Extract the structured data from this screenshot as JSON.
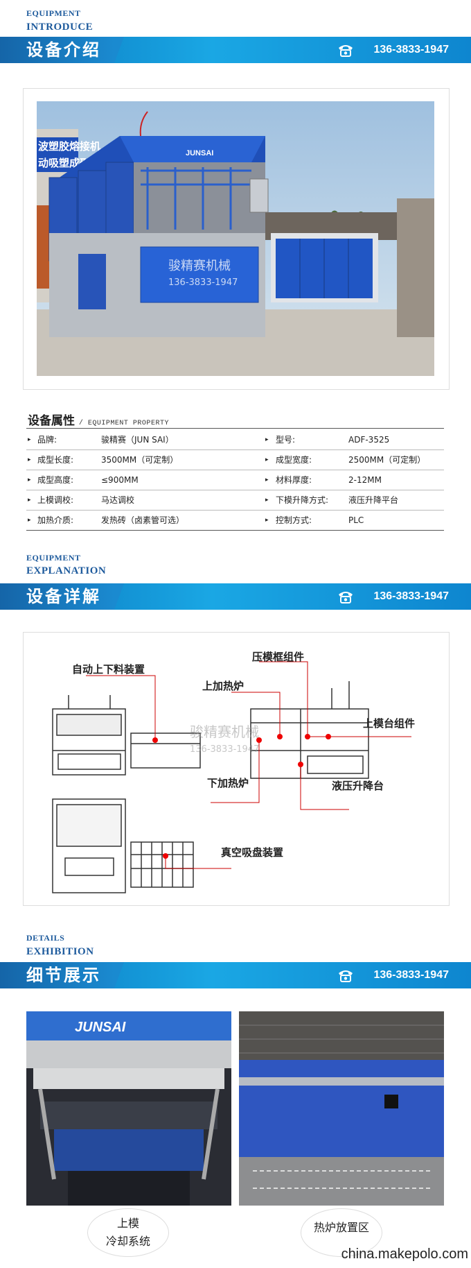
{
  "sections": [
    {
      "en1": "EQUIPMENT",
      "en2": "INTRODUCE",
      "cn": "设备介绍",
      "phone": "136-3833-1947"
    },
    {
      "en1": "EQUIPMENT",
      "en2": "EXPLANATION",
      "cn": "设备详解",
      "phone": "136-3833-1947"
    },
    {
      "en1": "DETAILS",
      "en2": "EXHIBITION",
      "cn": "细节展示",
      "phone": "136-3833-1947"
    }
  ],
  "photo": {
    "sign_line1": "波塑胶熔接机",
    "sign_line2": "动吸塑成形",
    "brand": "JUNSAI",
    "watermark_cn": "骏精赛机械",
    "watermark_phone": "136-3833-1947"
  },
  "property": {
    "title": "设备属性",
    "subtitle": "/ EQUIPMENT PROPERTY",
    "rows": [
      {
        "k1": "品牌:",
        "v1": "骏精赛（JUN SAI）",
        "k2": "型号:",
        "v2": "ADF-3525"
      },
      {
        "k1": "成型长度:",
        "v1": "3500MM（可定制）",
        "k2": "成型宽度:",
        "v2": "2500MM（可定制）"
      },
      {
        "k1": "成型高度:",
        "v1": "≤900MM",
        "k2": "材料厚度:",
        "v2": "2-12MM"
      },
      {
        "k1": "上模调校:",
        "v1": "马达调校",
        "k2": "下模升降方式:",
        "v2": "液压升降平台"
      },
      {
        "k1": "加热介质:",
        "v1": "发热砖（卤素管可选）",
        "k2": "控制方式:",
        "v2": "PLC"
      }
    ]
  },
  "diagram": {
    "labels": {
      "auto_load": "自动上下料装置",
      "press_frame": "压模框组件",
      "upper_heater": "上加热炉",
      "upper_table": "上模台组件",
      "lower_heater": "下加热炉",
      "hydraulic": "液压升降台",
      "vacuum": "真空吸盘装置"
    },
    "watermark_cn": "骏精赛机械",
    "watermark_phone": "136-3833-1947"
  },
  "details": {
    "brand": "JUNSAI",
    "left_caption_1": "上模",
    "left_caption_2": "冷却系统",
    "right_caption": "热炉放置区"
  },
  "footer": "china.makepolo.com",
  "colors": {
    "accent": "#1d5a9c",
    "banner": "#1aa7e4",
    "machine_blue": "#1f4fb8"
  }
}
